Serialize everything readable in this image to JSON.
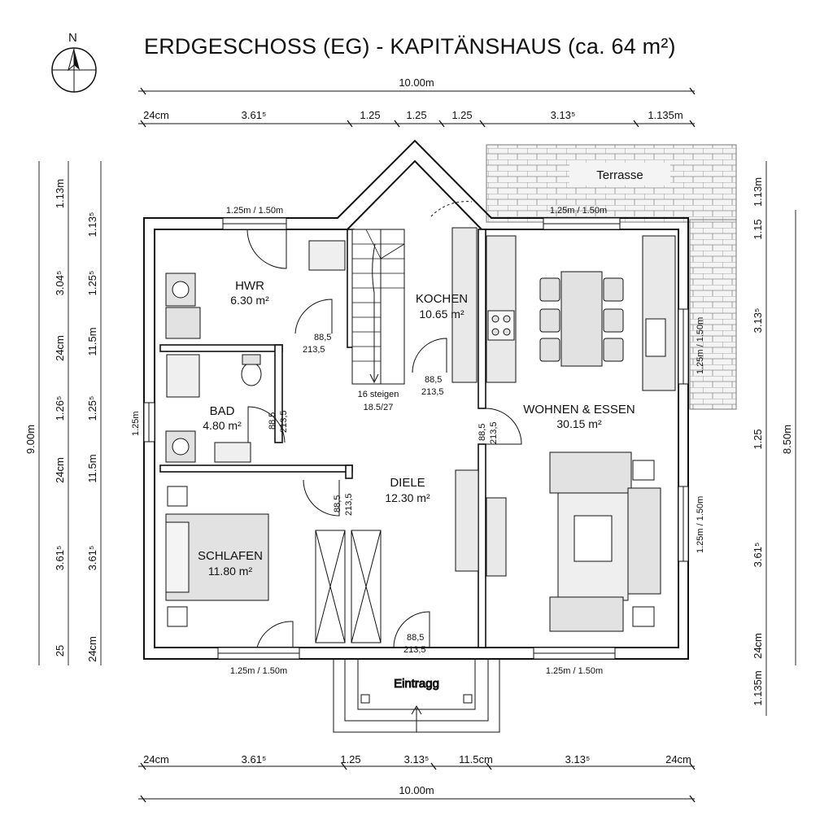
{
  "title": "ERDGESCHOSS (EG) - KAPITÄNSHAUS (ca. 64 m²)",
  "compass": {
    "letter": "N"
  },
  "rooms": {
    "hwr": {
      "name": "HWR",
      "area": "6.30 m²"
    },
    "kochen": {
      "name": "KOCHEN",
      "area": "10.65 m²"
    },
    "bad": {
      "name": "BAD",
      "area": "4.80 m²"
    },
    "wohnen": {
      "name": "WOHNEN & ESSEN",
      "area": "30.15 m²"
    },
    "diele": {
      "name": "DIELE",
      "area": "12.30 m²"
    },
    "schlafen": {
      "name": "SCHLAFEN",
      "area": "11.80 m²"
    },
    "terrasse": {
      "name": "Terrasse"
    },
    "eintrag": {
      "name": "Eintragg"
    }
  },
  "stairs": {
    "line1": "16 steigen",
    "line2": "18.5/27"
  },
  "doors": {
    "hwr": {
      "w": "88,5",
      "h": "213,5"
    },
    "kochen": {
      "w": "88,5",
      "h": "213,5"
    },
    "bad": {
      "w": "88,5",
      "h": "213,5"
    },
    "wohnen": {
      "w": "88,5",
      "h": "213,5"
    },
    "schlafen": {
      "w": "88,5",
      "h": "213,5"
    },
    "entry": {
      "w": "88,5",
      "h": "213,5"
    }
  },
  "windows": {
    "hwr_top": "1.25m / 1.50m",
    "wohnen_top": "1.25m / 1.50m",
    "schlafen_bottom": "1.25m / 1.50m",
    "wohnen_bottom": "1.25m / 1.50m",
    "right_upper": "1.25m / 1.50m",
    "right_lower": "1.25m / 1.50m",
    "left": "1.25m"
  },
  "dims": {
    "top_total": "10.00m",
    "top": [
      "24cm",
      "3.61⁵",
      "1.25",
      "1.25",
      "1.25",
      "3.13⁵",
      "1.135m"
    ],
    "bottom_total": "10.00m",
    "bottom": [
      "24cm",
      "3.61⁵",
      "1.25",
      "3.13⁵",
      "11.5cm",
      "3.13⁵",
      "24cm"
    ],
    "left_total": "9.00m",
    "left_outer": [
      "1.13m",
      "3.04⁵",
      "24cm",
      "1.26⁵",
      "24cm",
      "3.61⁵",
      "25"
    ],
    "left_inner": [
      "1.13⁵",
      "1.25⁵",
      "11.5m",
      "1.25⁵",
      "11.5m",
      "3.61⁵",
      "24cm"
    ],
    "right_total": "8.50m",
    "right_outer": [
      "1.13m",
      "3.13⁵",
      "1.25",
      "3.61⁵",
      "24cm",
      "1.135m"
    ],
    "right_inner": [
      "1.15"
    ]
  }
}
